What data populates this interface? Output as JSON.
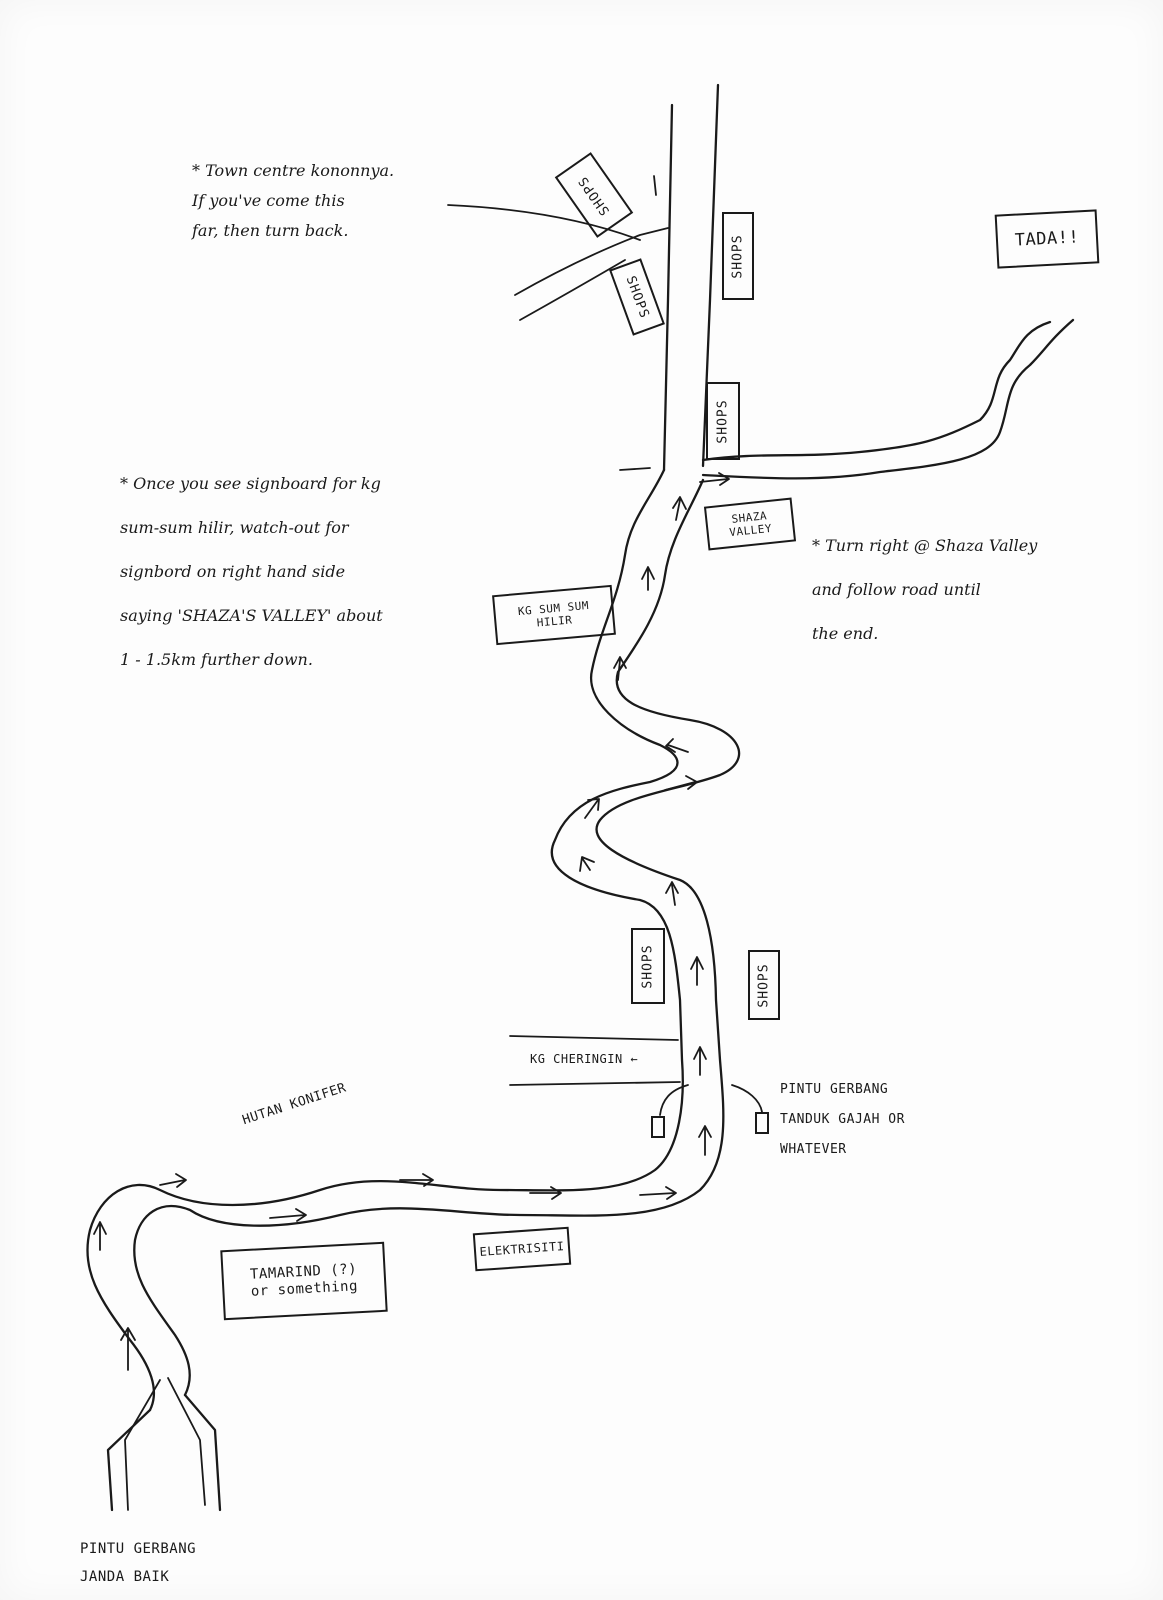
{
  "notes": {
    "town_centre": "* Town centre kononnya.\nIf you've come this\nfar, then turn back.",
    "signboard": "* Once you see signboard for kg\nsum-sum hilir, watch-out for\nsignbord on right hand side\nsaying 'SHAZA'S VALLEY' about\n1 - 1.5km further down.",
    "turn_right": "* Turn right @ Shaza Valley\nand follow road until\nthe end."
  },
  "places": {
    "destination": "TADA!!",
    "shaza_valley": "SHAZA\nVALLEY",
    "kg_sum_sum_hilir": "KG SUM SUM\nHILIR",
    "kg_cheringin": "KG CHERINGIN ←",
    "hutan_konifer": "HUTAN KONIFER",
    "tamarind": "TAMARIND (?)\nor something",
    "elektrisiti": "ELEKTRISITI",
    "pintu_gerbang_tanduk": "PINTU GERBANG\nTANDUK GAJAH OR\nWHATEVER",
    "pintu_gerbang_janda": "PINTU GERBANG\nJANDA BAIK"
  },
  "shops": {
    "label": "SHOPS"
  },
  "colors": {
    "ink": "#1a1a1a",
    "paper": "#fdfdfd"
  }
}
